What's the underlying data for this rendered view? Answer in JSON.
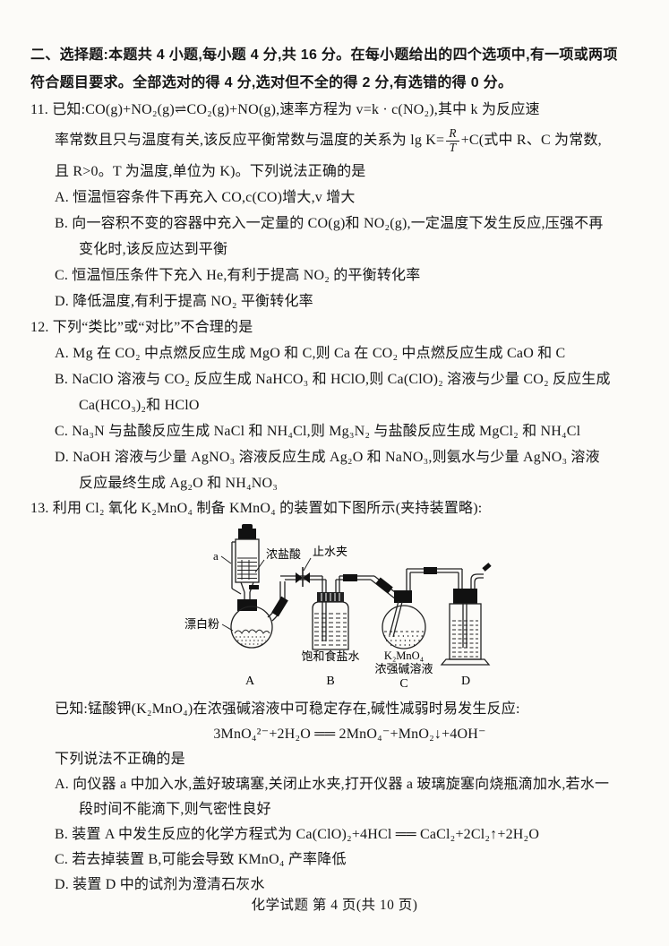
{
  "section": {
    "line1": "二、选择题:本题共 4 小题,每小题 4 分,共 16 分。在每小题给出的四个选项中,有一项或两项",
    "line2": "符合题目要求。全部选对的得 4 分,选对但不全的得 2 分,有选错的得 0 分。"
  },
  "q11": {
    "line1": "11. 已知:CO(g)+NO₂(g)⇌CO₂(g)+NO(g),速率方程为 v=k · c(NO₂),其中 k 为反应速",
    "line2_pre": "率常数且只与温度有关,该反应平衡常数与温度的关系为 lg K=",
    "frac_num": "R",
    "frac_den": "T",
    "line2_post": "+C(式中 R、C 为常数,",
    "line3": "且 R>0。T 为温度,单位为 K)。下列说法正确的是",
    "optA": "A. 恒温恒容条件下再充入 CO,c(CO)增大,v 增大",
    "optB1": "B. 向一容积不变的容器中充入一定量的 CO(g)和 NO₂(g),一定温度下发生反应,压强不再",
    "optB2": "变化时,该反应达到平衡",
    "optC": "C. 恒温恒压条件下充入 He,有利于提高 NO₂ 的平衡转化率",
    "optD": "D. 降低温度,有利于提高 NO₂ 平衡转化率"
  },
  "q12": {
    "stem": "12. 下列“类比”或“对比”不合理的是",
    "optA": "A. Mg 在 CO₂ 中点燃反应生成 MgO 和 C,则 Ca 在 CO₂ 中点燃反应生成 CaO 和 C",
    "optB1": "B. NaClO 溶液与 CO₂ 反应生成 NaHCO₃ 和 HClO,则 Ca(ClO)₂ 溶液与少量 CO₂ 反应生成",
    "optB2": "Ca(HCO₃)₂和 HClO",
    "optC": "C. Na₃N 与盐酸反应生成 NaCl 和 NH₄Cl,则 Mg₃N₂ 与盐酸反应生成 MgCl₂ 和 NH₄Cl",
    "optD1": "D. NaOH 溶液与少量 AgNO₃ 溶液反应生成 Ag₂O 和 NaNO₃,则氨水与少量 AgNO₃ 溶液",
    "optD2": "反应最终生成 Ag₂O 和 NH₄NO₃"
  },
  "q13": {
    "stem": "13. 利用 Cl₂ 氧化 K₂MnO₄ 制备 KMnO₄ 的装置如下图所示(夹持装置略):",
    "known": "已知:锰酸钾(K₂MnO₄)在浓强碱溶液中可稳定存在,碱性减弱时易发生反应:",
    "equation": "3MnO₄²⁻+2H₂O ══ 2MnO₄⁻+MnO₂↓+4OH⁻",
    "ask": "下列说法不正确的是",
    "optA1": "A. 向仪器 a 中加入水,盖好玻璃塞,关闭止水夹,打开仪器 a 玻璃旋塞向烧瓶滴加水,若水一",
    "optA2": "段时间不能滴下,则气密性良好",
    "optB": "B. 装置 A 中发生反应的化学方程式为 Ca(ClO)₂+4HCl ══ CaCl₂+2Cl₂↑+2H₂O",
    "optC": "C. 若去掉装置 B,可能会导致 KMnO₄ 产率降低",
    "optD": "D. 装置 D 中的试剂为澄清石灰水",
    "diagram": {
      "label_a": "a",
      "label_acid": "浓盐酸",
      "label_clamp": "止水夹",
      "label_bleach": "漂白粉",
      "label_brine": "饱和食盐水",
      "label_kmno4": "K₂MnO₄",
      "label_alkali": "浓强碱溶液",
      "letter_a": "A",
      "letter_b": "B",
      "letter_c": "C",
      "letter_d": "D"
    }
  },
  "footer": {
    "text": "化学试题 第 4 页(共 10 页)"
  }
}
